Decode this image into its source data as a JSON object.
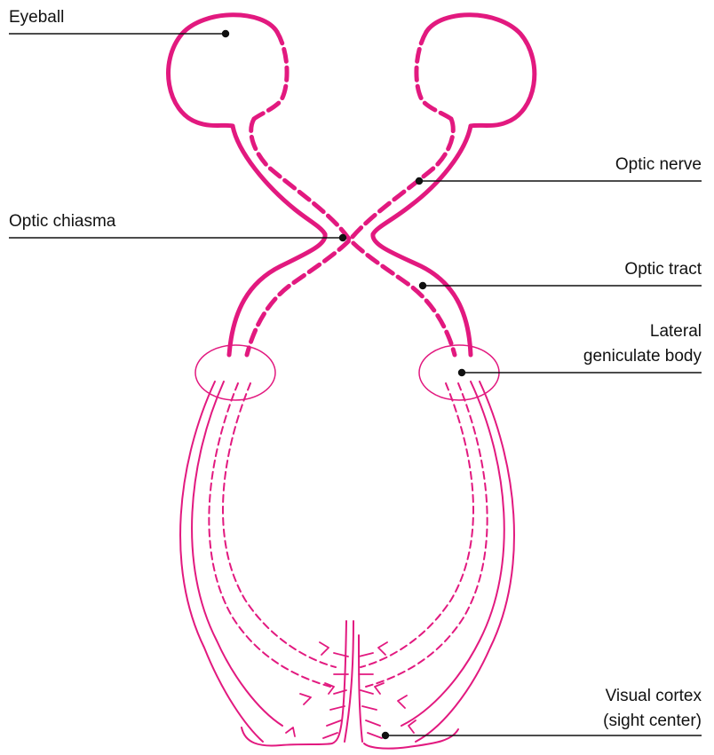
{
  "colors": {
    "pathway": "#E2197F",
    "leader": "#111111",
    "background": "#ffffff"
  },
  "labels": {
    "eyeball": "Eyeball",
    "optic_chiasma": "Optic chiasma",
    "optic_nerve": "Optic nerve",
    "optic_tract": "Optic tract",
    "lateral_geniculate_line1": "Lateral",
    "lateral_geniculate_line2": "geniculate body",
    "visual_cortex_line1": "Visual cortex",
    "visual_cortex_line2": "(sight center)"
  }
}
